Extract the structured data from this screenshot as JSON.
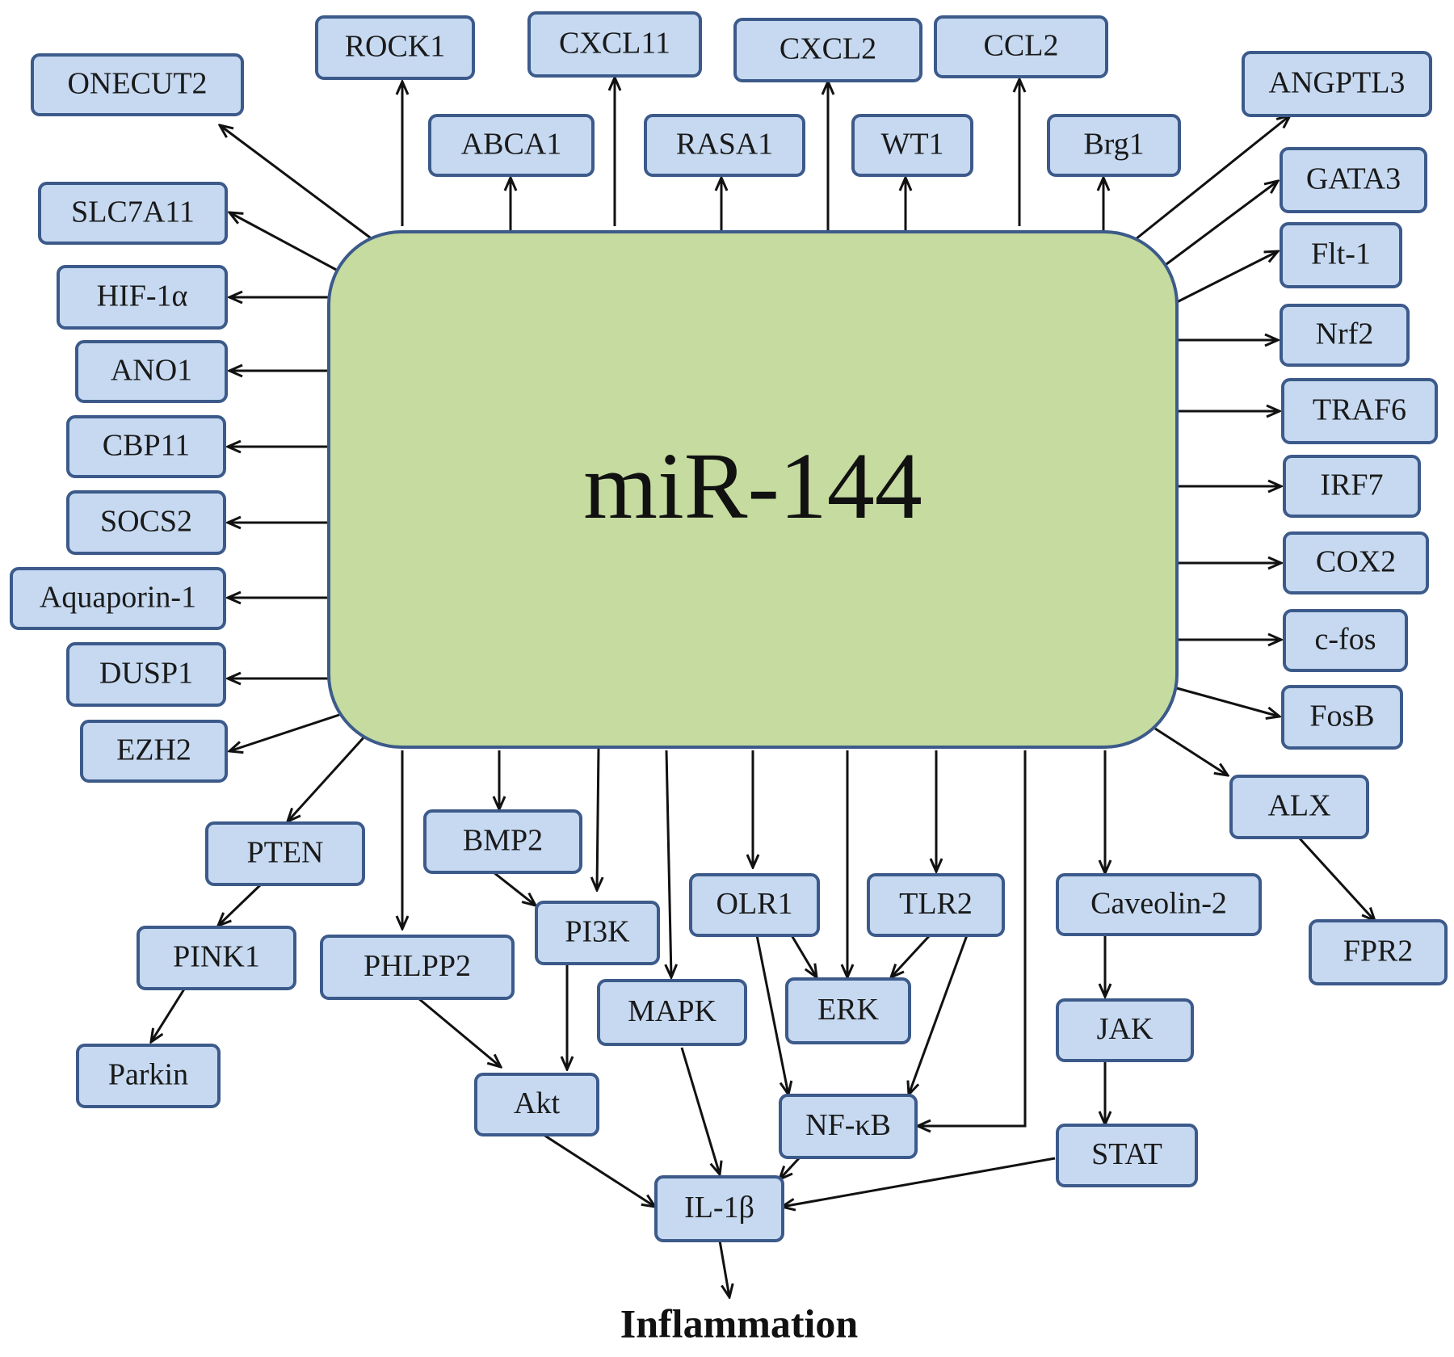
{
  "center": {
    "label": "miR-144"
  },
  "outcome": {
    "label": "Inflammation"
  },
  "nodes": [
    {
      "id": "ONECUT2",
      "label": "ONECUT2"
    },
    {
      "id": "ROCK1",
      "label": "ROCK1"
    },
    {
      "id": "CXCL11",
      "label": "CXCL11"
    },
    {
      "id": "CXCL2",
      "label": "CXCL2"
    },
    {
      "id": "CCL2",
      "label": "CCL2"
    },
    {
      "id": "ANGPTL3",
      "label": "ANGPTL3"
    },
    {
      "id": "ABCA1",
      "label": "ABCA1"
    },
    {
      "id": "RASA1",
      "label": "RASA1"
    },
    {
      "id": "WT1",
      "label": "WT1"
    },
    {
      "id": "Brg1",
      "label": "Brg1"
    },
    {
      "id": "GATA3",
      "label": "GATA3"
    },
    {
      "id": "Flt1",
      "label": "Flt-1"
    },
    {
      "id": "Nrf2",
      "label": "Nrf2"
    },
    {
      "id": "TRAF6",
      "label": "TRAF6"
    },
    {
      "id": "IRF7",
      "label": "IRF7"
    },
    {
      "id": "COX2",
      "label": "COX2"
    },
    {
      "id": "cfos",
      "label": "c-fos"
    },
    {
      "id": "FosB",
      "label": "FosB"
    },
    {
      "id": "ALX",
      "label": "ALX"
    },
    {
      "id": "FPR2",
      "label": "FPR2"
    },
    {
      "id": "SLC7A11",
      "label": "SLC7A11"
    },
    {
      "id": "HIF1a",
      "label": "HIF-1α"
    },
    {
      "id": "ANO1",
      "label": "ANO1"
    },
    {
      "id": "CBP11",
      "label": "CBP11"
    },
    {
      "id": "SOCS2",
      "label": "SOCS2"
    },
    {
      "id": "Aquaporin1",
      "label": "Aquaporin-1"
    },
    {
      "id": "DUSP1",
      "label": "DUSP1"
    },
    {
      "id": "EZH2",
      "label": "EZH2"
    },
    {
      "id": "PTEN",
      "label": "PTEN"
    },
    {
      "id": "PINK1",
      "label": "PINK1"
    },
    {
      "id": "Parkin",
      "label": "Parkin"
    },
    {
      "id": "PHLPP2",
      "label": "PHLPP2"
    },
    {
      "id": "BMP2",
      "label": "BMP2"
    },
    {
      "id": "PI3K",
      "label": "PI3K"
    },
    {
      "id": "Akt",
      "label": "Akt"
    },
    {
      "id": "MAPK",
      "label": "MAPK"
    },
    {
      "id": "OLR1",
      "label": "OLR1"
    },
    {
      "id": "TLR2",
      "label": "TLR2"
    },
    {
      "id": "ERK",
      "label": "ERK"
    },
    {
      "id": "NFkB",
      "label": "NF-κB"
    },
    {
      "id": "Caveolin2",
      "label": "Caveolin-2"
    },
    {
      "id": "JAK",
      "label": "JAK"
    },
    {
      "id": "STAT",
      "label": "STAT"
    },
    {
      "id": "IL1b",
      "label": "IL-1β"
    }
  ],
  "edges": [
    {
      "from": "miR-144",
      "to": "ONECUT2"
    },
    {
      "from": "miR-144",
      "to": "ROCK1"
    },
    {
      "from": "miR-144",
      "to": "ABCA1"
    },
    {
      "from": "miR-144",
      "to": "CXCL11"
    },
    {
      "from": "miR-144",
      "to": "RASA1"
    },
    {
      "from": "miR-144",
      "to": "CXCL2"
    },
    {
      "from": "miR-144",
      "to": "WT1"
    },
    {
      "from": "miR-144",
      "to": "CCL2"
    },
    {
      "from": "miR-144",
      "to": "Brg1"
    },
    {
      "from": "miR-144",
      "to": "ANGPTL3"
    },
    {
      "from": "miR-144",
      "to": "GATA3"
    },
    {
      "from": "miR-144",
      "to": "Flt-1"
    },
    {
      "from": "miR-144",
      "to": "Nrf2"
    },
    {
      "from": "miR-144",
      "to": "TRAF6"
    },
    {
      "from": "miR-144",
      "to": "IRF7"
    },
    {
      "from": "miR-144",
      "to": "COX2"
    },
    {
      "from": "miR-144",
      "to": "c-fos"
    },
    {
      "from": "miR-144",
      "to": "FosB"
    },
    {
      "from": "miR-144",
      "to": "ALX"
    },
    {
      "from": "ALX",
      "to": "FPR2"
    },
    {
      "from": "miR-144",
      "to": "SLC7A11"
    },
    {
      "from": "miR-144",
      "to": "HIF-1α"
    },
    {
      "from": "miR-144",
      "to": "ANO1"
    },
    {
      "from": "miR-144",
      "to": "CBP11"
    },
    {
      "from": "miR-144",
      "to": "SOCS2"
    },
    {
      "from": "miR-144",
      "to": "Aquaporin-1"
    },
    {
      "from": "miR-144",
      "to": "DUSP1"
    },
    {
      "from": "miR-144",
      "to": "EZH2"
    },
    {
      "from": "miR-144",
      "to": "PTEN"
    },
    {
      "from": "PTEN",
      "to": "PINK1"
    },
    {
      "from": "PINK1",
      "to": "Parkin"
    },
    {
      "from": "miR-144",
      "to": "PHLPP2"
    },
    {
      "from": "PHLPP2",
      "to": "Akt"
    },
    {
      "from": "miR-144",
      "to": "BMP2"
    },
    {
      "from": "BMP2",
      "to": "PI3K"
    },
    {
      "from": "miR-144",
      "to": "PI3K"
    },
    {
      "from": "PI3K",
      "to": "Akt"
    },
    {
      "from": "miR-144",
      "to": "MAPK"
    },
    {
      "from": "MAPK",
      "to": "IL-1β"
    },
    {
      "from": "miR-144",
      "to": "OLR1"
    },
    {
      "from": "OLR1",
      "to": "ERK"
    },
    {
      "from": "OLR1",
      "to": "NF-κB"
    },
    {
      "from": "miR-144",
      "to": "ERK"
    },
    {
      "from": "miR-144",
      "to": "TLR2"
    },
    {
      "from": "TLR2",
      "to": "ERK"
    },
    {
      "from": "TLR2",
      "to": "NF-κB"
    },
    {
      "from": "miR-144",
      "to": "NF-κB"
    },
    {
      "from": "miR-144",
      "to": "Caveolin-2"
    },
    {
      "from": "Caveolin-2",
      "to": "JAK"
    },
    {
      "from": "JAK",
      "to": "STAT"
    },
    {
      "from": "Akt",
      "to": "IL-1β"
    },
    {
      "from": "NF-κB",
      "to": "IL-1β"
    },
    {
      "from": "STAT",
      "to": "IL-1β"
    },
    {
      "from": "IL-1β",
      "to": "Inflammation"
    }
  ]
}
